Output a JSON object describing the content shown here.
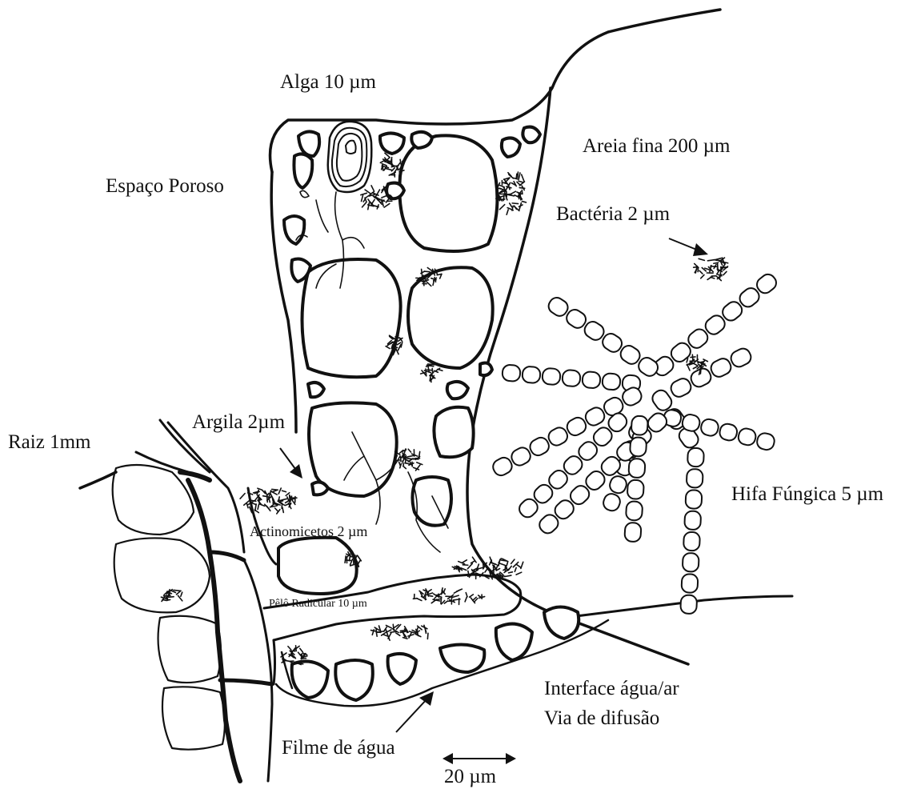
{
  "labels": {
    "alga": "Alga  10 µm",
    "pore_space": "Espaço Poroso",
    "fine_sand": "Areia fina  200 µm",
    "bacteria": "Bactéria 2 µm",
    "clay": "Argila 2µm",
    "root": "Raiz  1mm",
    "actinomycetes": "Actinomicetos 2 µm",
    "fungal_hypha": "Hifa Fúngica 5 µm",
    "root_hair": "Pêlô Radicular 10 µm",
    "interface_line1": "Interface água/ar",
    "interface_line2": "Via de difusão",
    "water_film": "Filme de água",
    "scale_bar": "20  µm"
  }
}
